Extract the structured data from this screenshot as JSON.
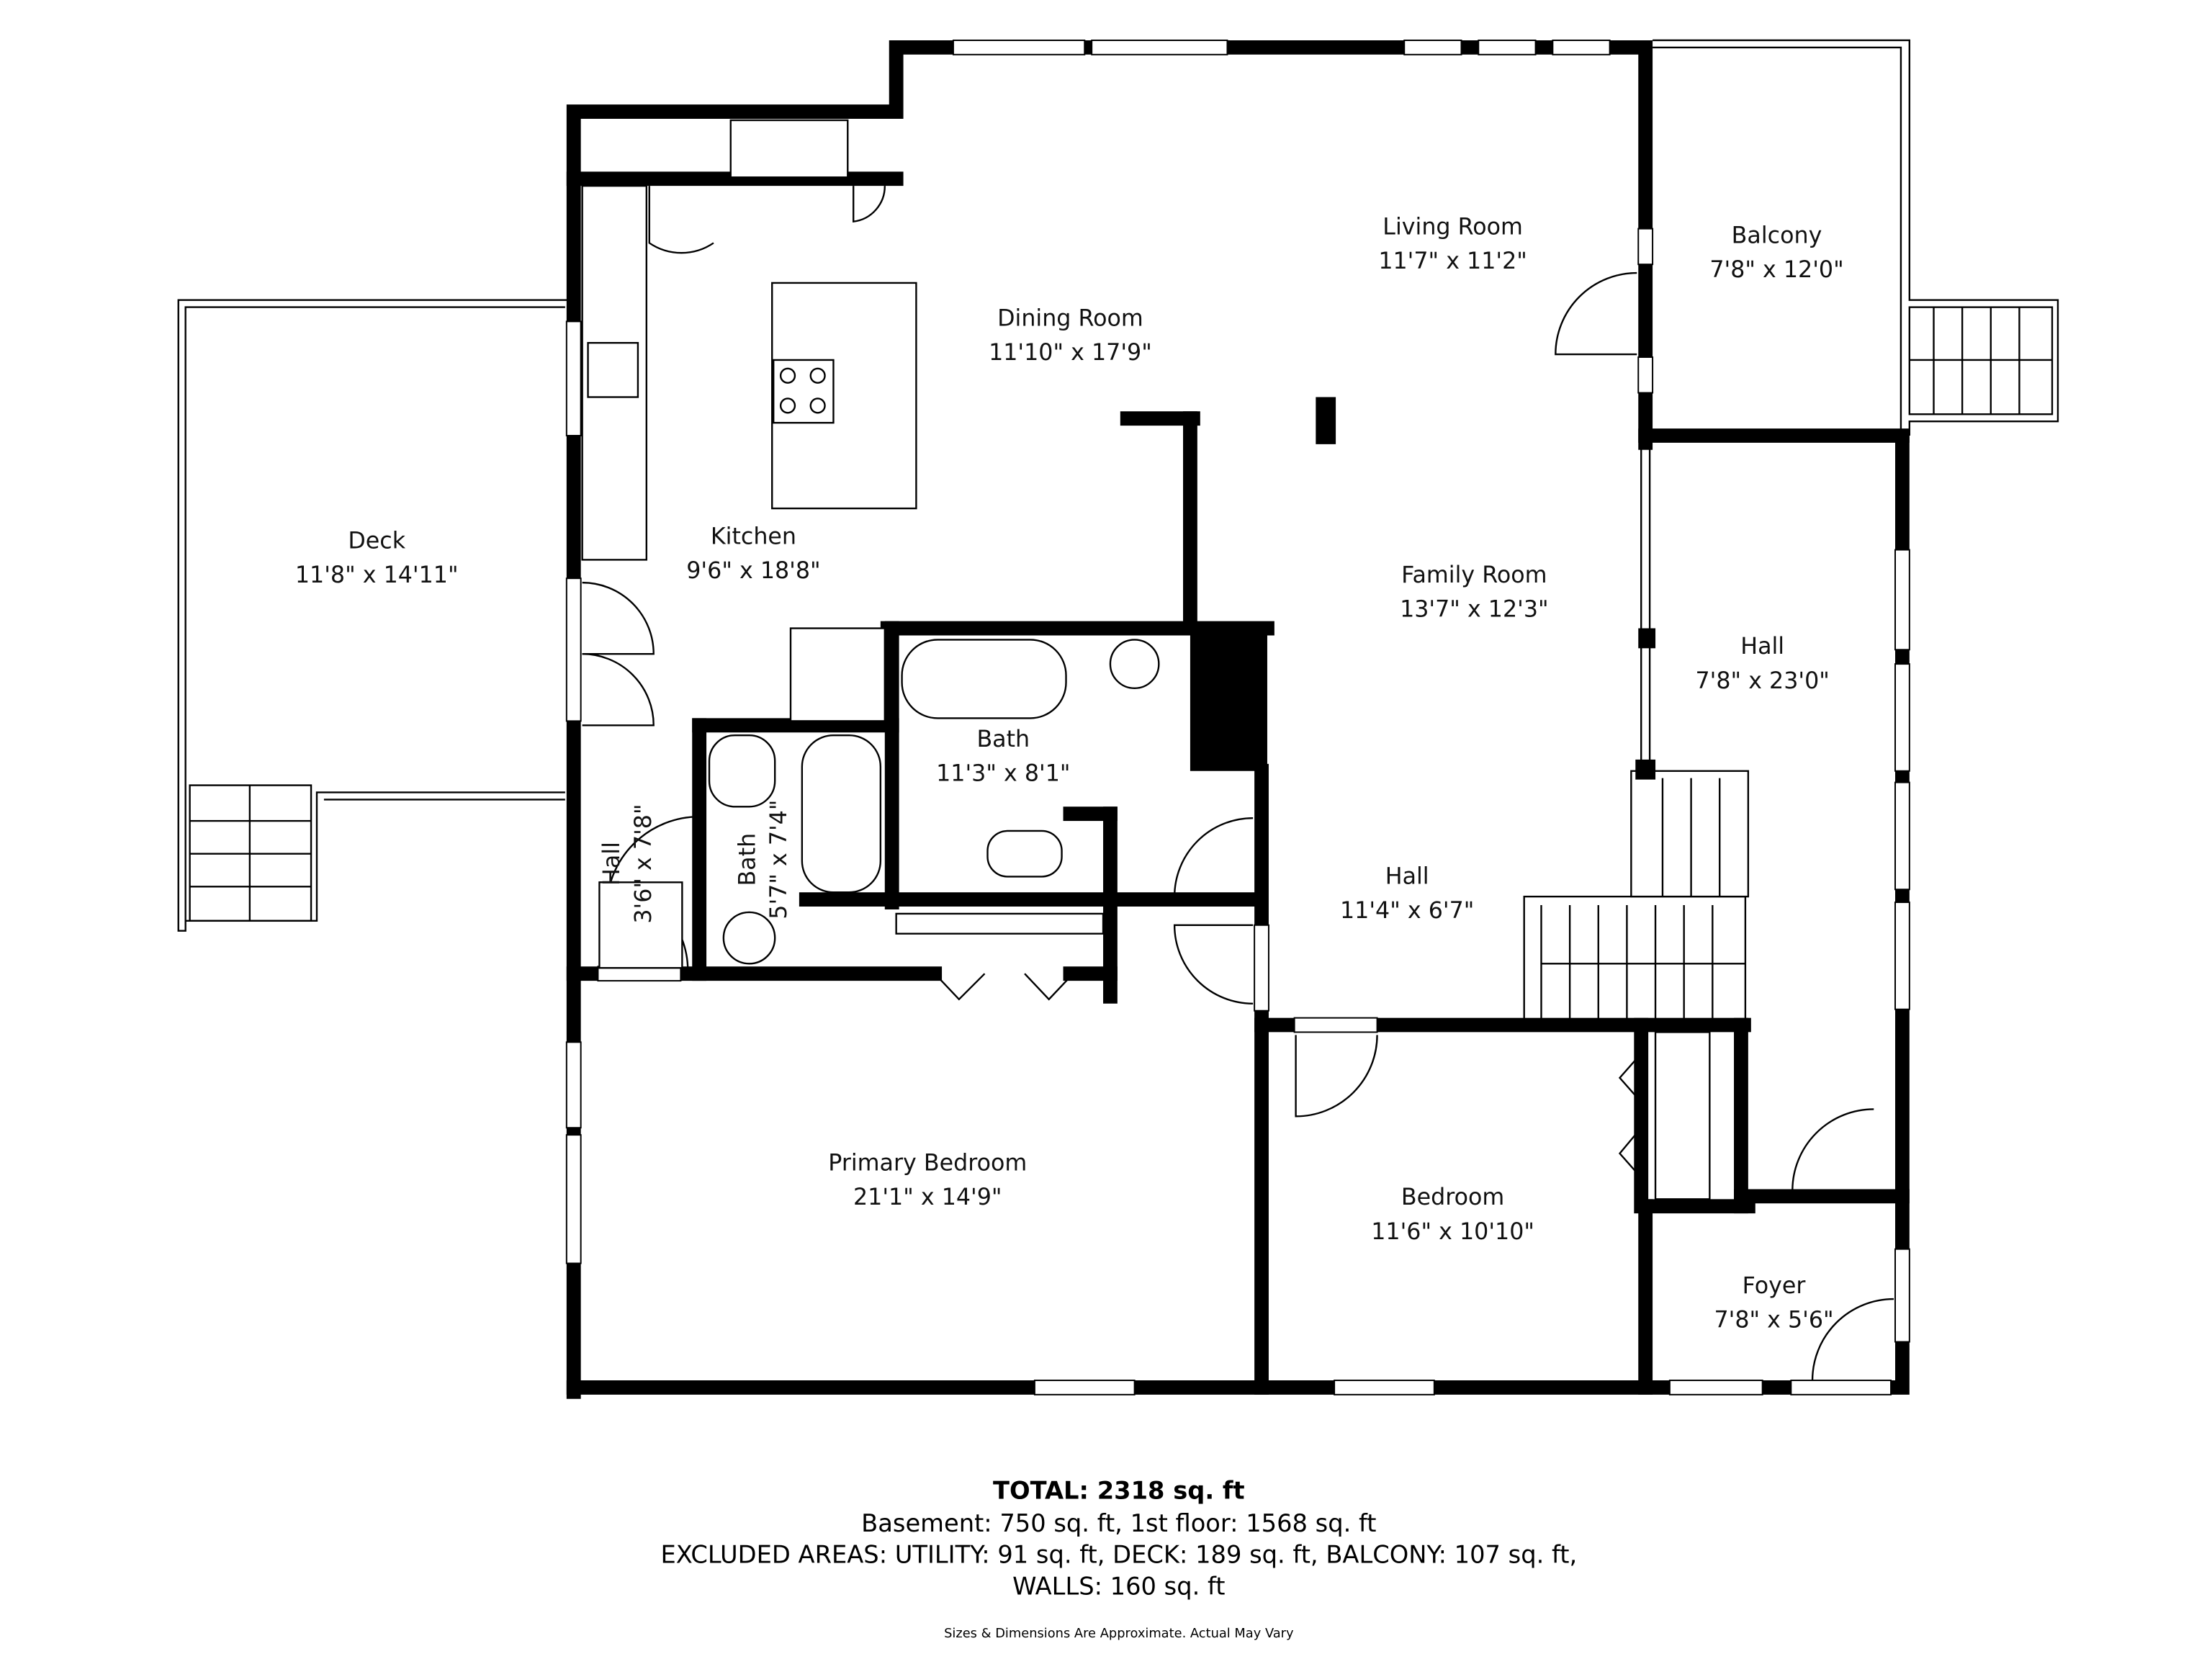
{
  "rooms": [
    {
      "name": "Living Room",
      "dims": "11'7\" x 11'2\""
    },
    {
      "name": "Balcony",
      "dims": "7'8\" x 12'0\""
    },
    {
      "name": "Dining Room",
      "dims": "11'10\" x 17'9\""
    },
    {
      "name": "Deck",
      "dims": "11'8\" x 14'11\""
    },
    {
      "name": "Kitchen",
      "dims": "9'6\" x 18'8\""
    },
    {
      "name": "Family Room",
      "dims": "13'7\" x 12'3\""
    },
    {
      "name": "Hall",
      "dims": "7'8\" x 23'0\""
    },
    {
      "name": "Bath",
      "dims": "11'3\" x 8'1\""
    },
    {
      "name": "Hall",
      "dims": "3'6\" x 7'8\""
    },
    {
      "name": "Bath",
      "dims": "5'7\" x 7'4\""
    },
    {
      "name": "Hall",
      "dims": "11'4\" x 6'7\""
    },
    {
      "name": "Primary Bedroom",
      "dims": "21'1\" x 14'9\""
    },
    {
      "name": "Bedroom",
      "dims": "11'6\" x 10'10\""
    },
    {
      "name": "Foyer",
      "dims": "7'8\" x 5'6\""
    }
  ],
  "summary": {
    "total": "TOTAL: 2318 sq. ft",
    "floors": "Basement: 750 sq. ft, 1st floor: 1568 sq. ft",
    "excluded": "EXCLUDED AREAS: UTILITY: 91 sq. ft, DECK: 189 sq. ft, BALCONY: 107 sq. ft,",
    "walls": "WALLS: 160 sq. ft",
    "disclaimer": "Sizes & Dimensions Are Approximate. Actual May Vary"
  }
}
